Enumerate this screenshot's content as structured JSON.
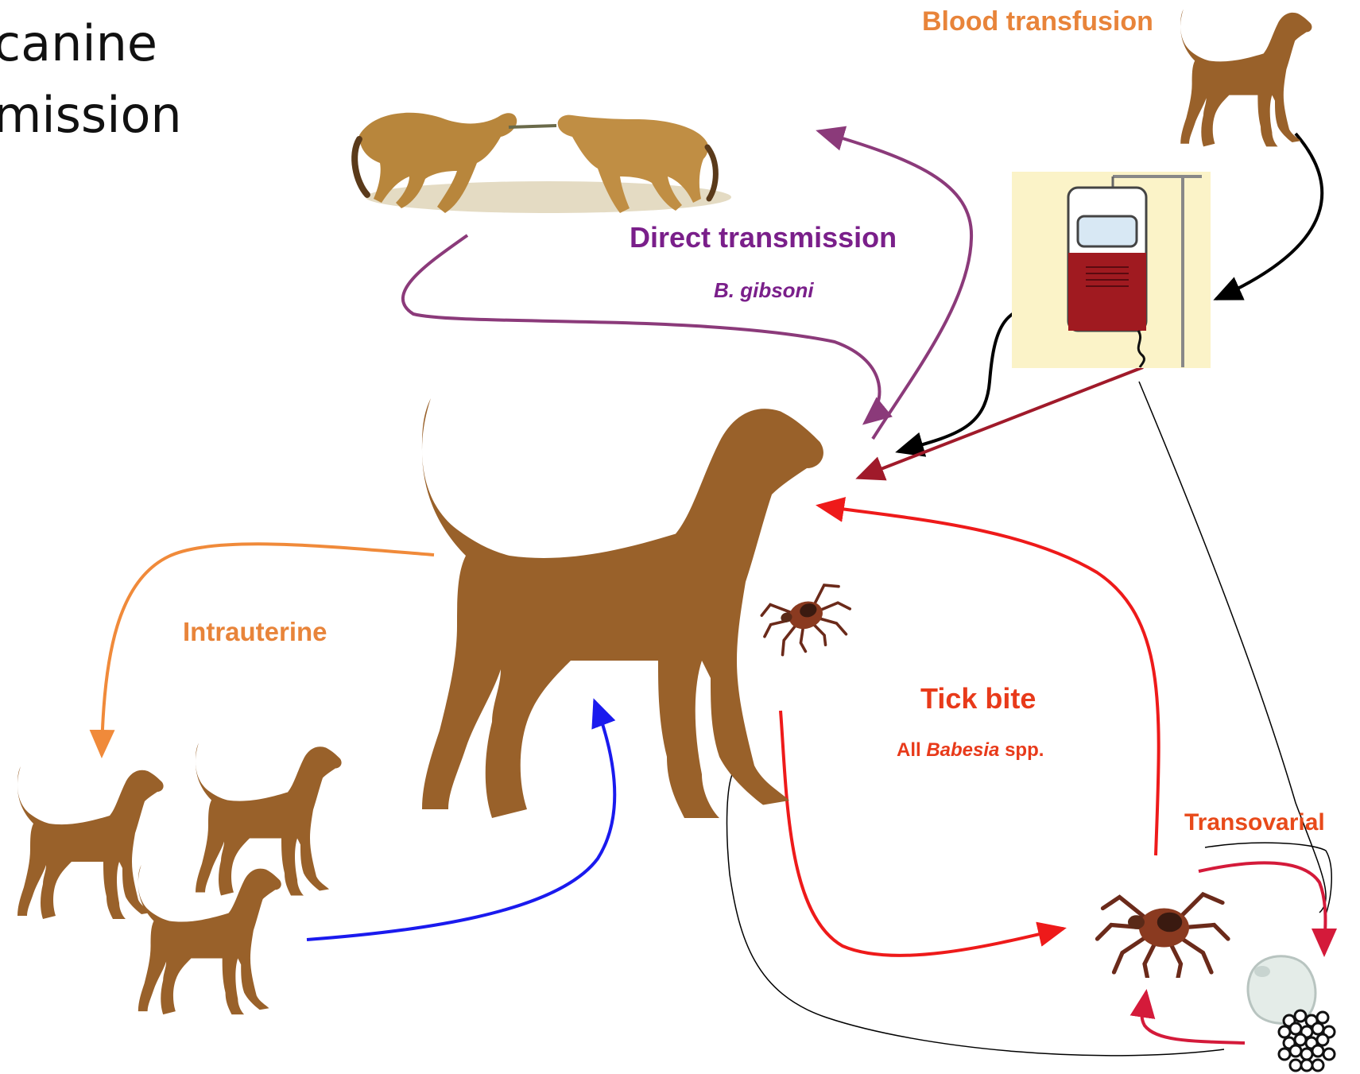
{
  "title": {
    "line1": "canine",
    "line2": "mission"
  },
  "labels": {
    "blood_transfusion": "Blood transfusion",
    "direct_transmission": "Direct transmission",
    "b_gibsoni": "B. gibsoni",
    "intrauterine": "Intrauterine",
    "tick_bite": "Tick bite",
    "all_prefix": "All ",
    "babesia": "Babesia",
    "spp": " spp.",
    "transovarial": "Transovarial"
  },
  "colors": {
    "dog": "#99612a",
    "direct": "#8b3a7a",
    "blood_black": "#000000",
    "blood_red": "#a01a2a",
    "intrauterine": "#f08a3a",
    "offspring_return": "#1a1aee",
    "tick": "#ee1a1a",
    "transovarial": "#d41a3a"
  },
  "icons": [
    "dog-silhouette-icon",
    "fighting-jackals-icon",
    "blood-bag-icon",
    "tick-icon",
    "engorged-tick-icon",
    "tick-eggs-icon"
  ]
}
